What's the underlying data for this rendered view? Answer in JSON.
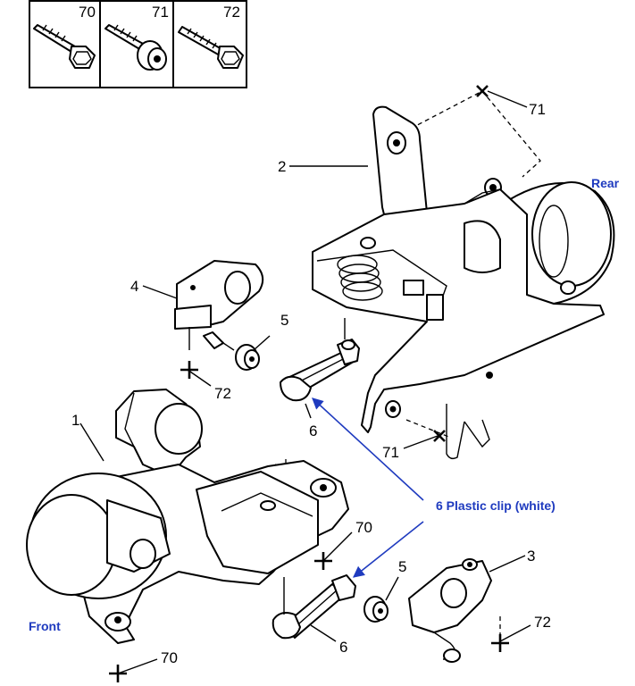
{
  "legend": {
    "screws": [
      "70",
      "71",
      "72"
    ]
  },
  "callouts": {
    "p1": "1",
    "p2": "2",
    "p3": "3",
    "p4": "4",
    "p5_top": "5",
    "p5_bottom": "5",
    "p6_top": "6",
    "p6_bottom": "6",
    "f70_right": "70",
    "f70_bottom": "70",
    "f71_top": "71",
    "f71_mid": "71",
    "f72_top": "72",
    "f72_bottom": "72"
  },
  "labels": {
    "rear": "Rear",
    "front": "Front",
    "plastic_clip": "6  Plastic clip (white)"
  },
  "colors": {
    "annotation_blue": "#1f3bbf"
  }
}
